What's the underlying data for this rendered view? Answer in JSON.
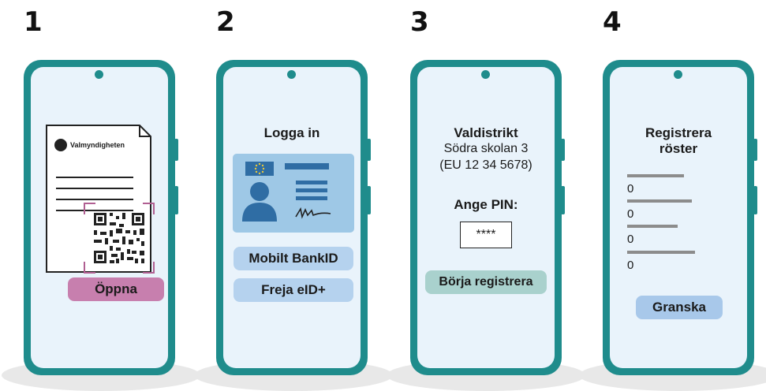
{
  "steps": [
    {
      "number": "1",
      "logo_text": "Valmyndigheten",
      "button_label": "Öppna"
    },
    {
      "number": "2",
      "title": "Logga in",
      "buttons": [
        "Mobilt BankID",
        "Freja eID+"
      ]
    },
    {
      "number": "3",
      "title": "Valdistrikt",
      "district_name": "Södra skolan 3",
      "district_code": "(EU 12 34 5678)",
      "pin_label": "Ange PIN:",
      "pin_value": "****",
      "button_label": "Börja registrera"
    },
    {
      "number": "4",
      "title_line1": "Registrera",
      "title_line2": "röster",
      "counts": [
        "0",
        "0",
        "0",
        "0"
      ],
      "button_label": "Granska"
    }
  ],
  "colors": {
    "phone": "#1f8c8c",
    "screen": "#e9f3fb",
    "open_button": "#c77fae",
    "login_button": "#b5d2ee",
    "start_button": "#a9d1cd",
    "review_button": "#a8c8ea",
    "id_card": "#9ec8e6",
    "person": "#2f6da4"
  }
}
